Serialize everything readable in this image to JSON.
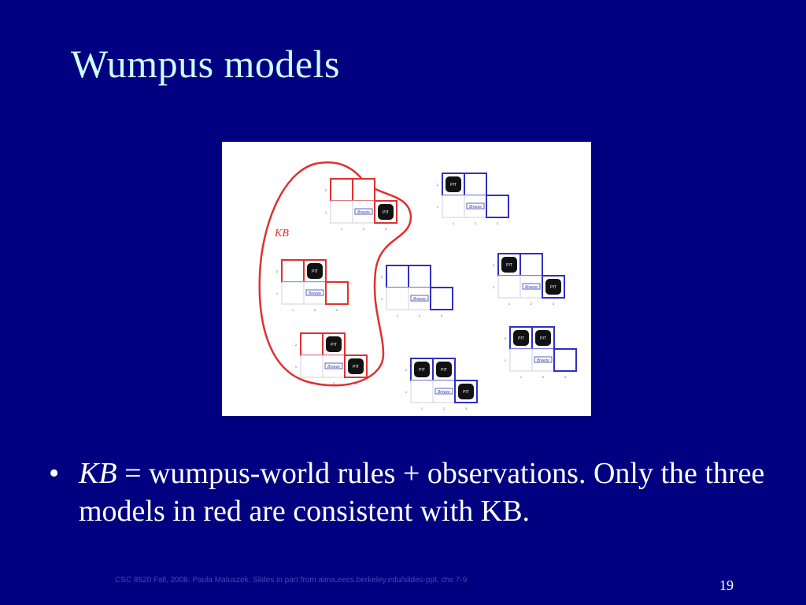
{
  "slide": {
    "title": "Wumpus models",
    "bullet_symbol": "•",
    "bullet_kb": "KB",
    "bullet_rest": " = wumpus-world rules + observations.  Only the three models in red are consistent with KB.",
    "footer": "CSC 8520 Fall, 2008. Paula Matuszek.  Slides in part from aima.eecs.berkeley.edu/slides-ppt, chs 7-9",
    "page_number": "19"
  },
  "figure": {
    "kb_label": "KB",
    "pit_label": "PIT",
    "breeze_label": "Breeze",
    "row_labels": [
      "2",
      "1"
    ],
    "col_labels": [
      "1",
      "2",
      "3"
    ],
    "colors": {
      "kb": "#E03030",
      "other": "#3030C0",
      "pit": "#111111",
      "breeze": "#3040B0"
    }
  }
}
